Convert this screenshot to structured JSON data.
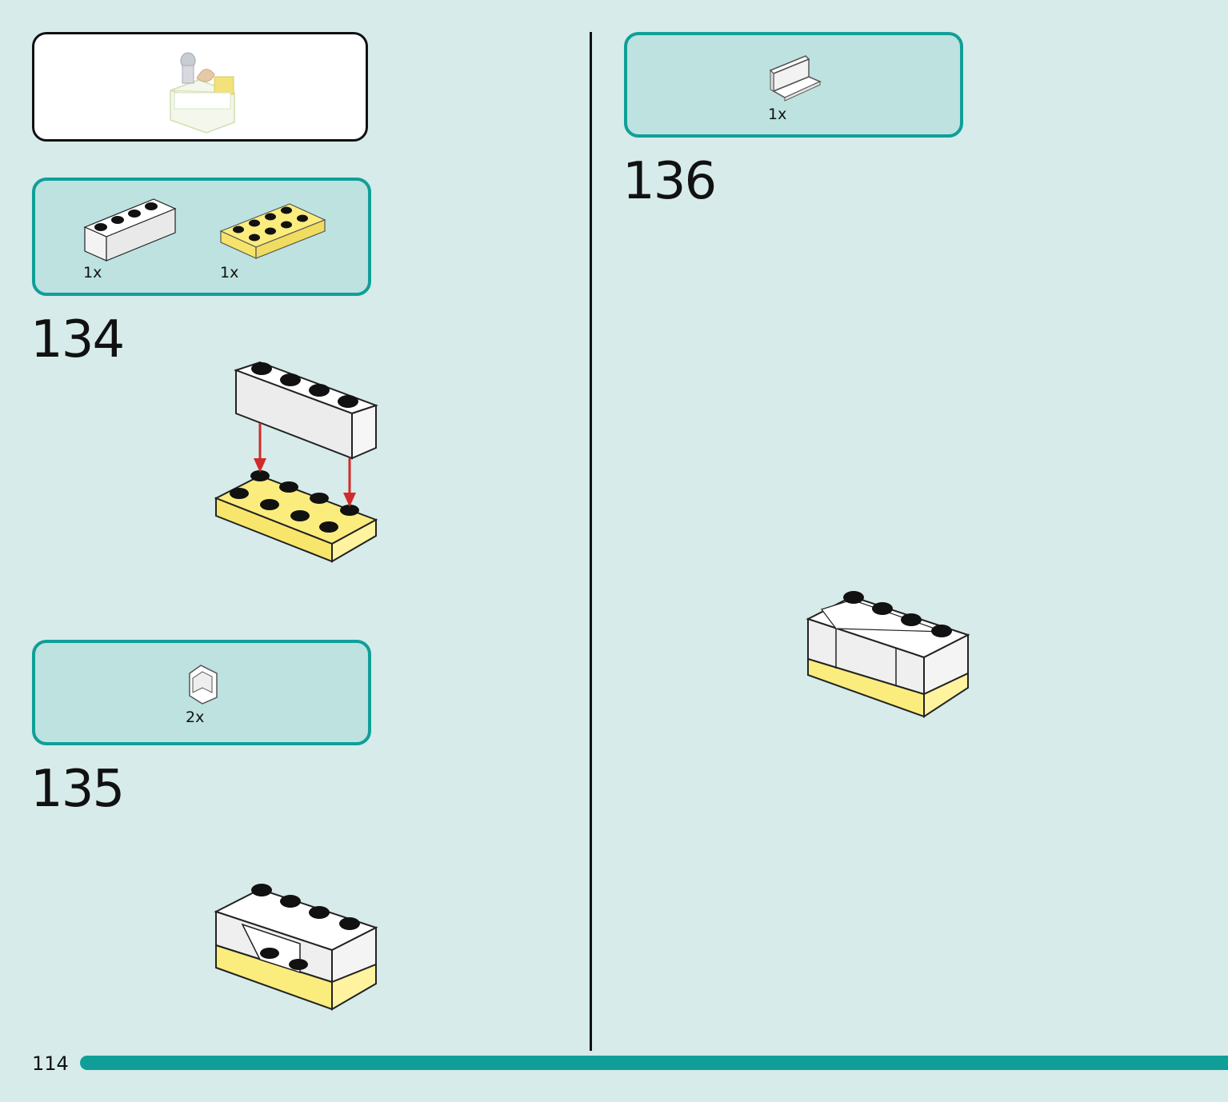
{
  "colors": {
    "background": "#d6ebea",
    "panel": "#bde2e0",
    "accent": "#0f9f98",
    "yellow": "#fbec7e",
    "arrow": "#d22a2a"
  },
  "preview": {
    "icon": "completed-model-thumbnail"
  },
  "steps": [
    {
      "number": "134",
      "parts": [
        {
          "qty": "1x",
          "icon": "brick-1x4-white"
        },
        {
          "qty": "1x",
          "icon": "plate-2x4-yellow"
        }
      ]
    },
    {
      "number": "135",
      "parts": [
        {
          "qty": "2x",
          "icon": "corner-panel-white"
        }
      ]
    },
    {
      "number": "136",
      "parts": [
        {
          "qty": "1x",
          "icon": "panel-1x2-white"
        }
      ]
    }
  ],
  "page": {
    "number": "114"
  }
}
